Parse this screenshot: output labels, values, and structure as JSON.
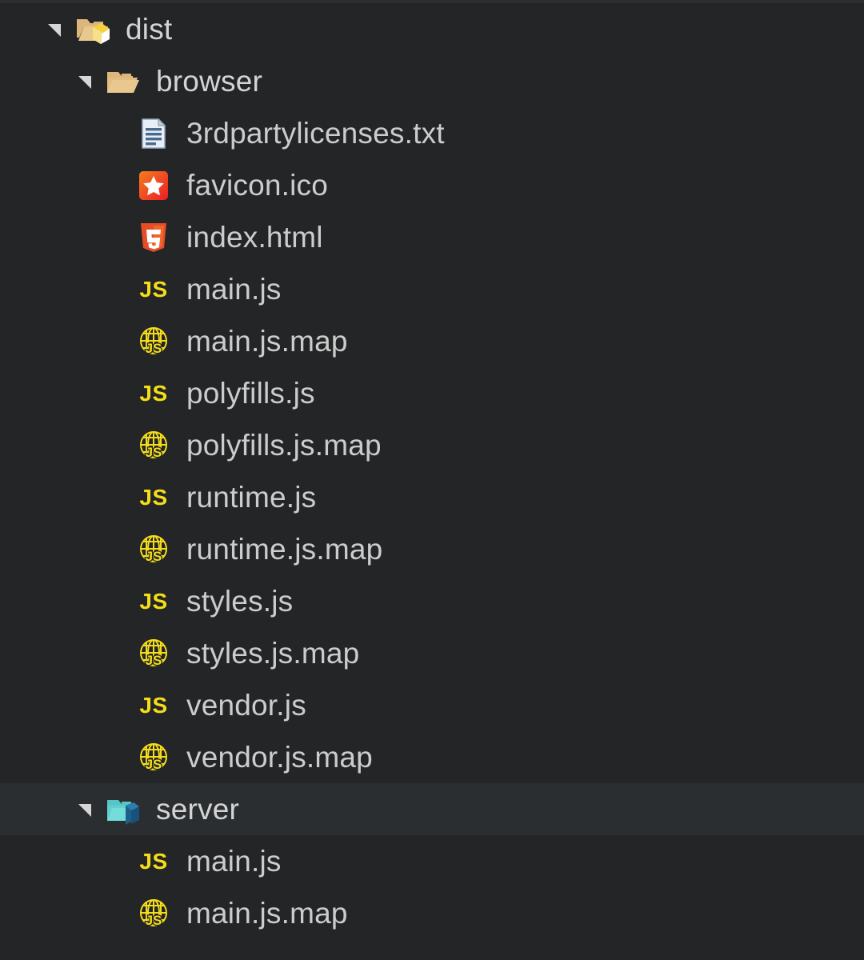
{
  "explorer": {
    "theme": {
      "background": "#232527",
      "row_highlight": "#2b2e30",
      "text": "#cccccc",
      "folder_plain": "#dcb67a",
      "folder_server": "#6fd3d1",
      "js_yellow": "#f5de19",
      "html_orange": "#e44d26",
      "favicon_red": "#ef4136",
      "twisty": "#d4d4d4"
    },
    "rows": [
      {
        "label": "dist",
        "level": 1,
        "kind": "folder",
        "icon": "folder-dist-icon",
        "expanded": true,
        "twisty": true,
        "highlight": false
      },
      {
        "label": "browser",
        "level": 2,
        "kind": "folder",
        "icon": "folder-open-icon",
        "expanded": true,
        "twisty": true,
        "highlight": false
      },
      {
        "label": "3rdpartylicenses.txt",
        "level": 3,
        "kind": "file",
        "icon": "document-text-icon",
        "expanded": false,
        "twisty": false,
        "highlight": false
      },
      {
        "label": "favicon.ico",
        "level": 3,
        "kind": "file",
        "icon": "favicon-star-icon",
        "expanded": false,
        "twisty": false,
        "highlight": false
      },
      {
        "label": "index.html",
        "level": 3,
        "kind": "file",
        "icon": "html5-shield-icon",
        "expanded": false,
        "twisty": false,
        "highlight": false
      },
      {
        "label": "main.js",
        "level": 3,
        "kind": "file",
        "icon": "javascript-js-icon",
        "expanded": false,
        "twisty": false,
        "highlight": false
      },
      {
        "label": "main.js.map",
        "level": 3,
        "kind": "file",
        "icon": "javascript-map-icon",
        "expanded": false,
        "twisty": false,
        "highlight": false
      },
      {
        "label": "polyfills.js",
        "level": 3,
        "kind": "file",
        "icon": "javascript-js-icon",
        "expanded": false,
        "twisty": false,
        "highlight": false
      },
      {
        "label": "polyfills.js.map",
        "level": 3,
        "kind": "file",
        "icon": "javascript-map-icon",
        "expanded": false,
        "twisty": false,
        "highlight": false
      },
      {
        "label": "runtime.js",
        "level": 3,
        "kind": "file",
        "icon": "javascript-js-icon",
        "expanded": false,
        "twisty": false,
        "highlight": false
      },
      {
        "label": "runtime.js.map",
        "level": 3,
        "kind": "file",
        "icon": "javascript-map-icon",
        "expanded": false,
        "twisty": false,
        "highlight": false
      },
      {
        "label": "styles.js",
        "level": 3,
        "kind": "file",
        "icon": "javascript-js-icon",
        "expanded": false,
        "twisty": false,
        "highlight": false
      },
      {
        "label": "styles.js.map",
        "level": 3,
        "kind": "file",
        "icon": "javascript-map-icon",
        "expanded": false,
        "twisty": false,
        "highlight": false
      },
      {
        "label": "vendor.js",
        "level": 3,
        "kind": "file",
        "icon": "javascript-js-icon",
        "expanded": false,
        "twisty": false,
        "highlight": false
      },
      {
        "label": "vendor.js.map",
        "level": 3,
        "kind": "file",
        "icon": "javascript-map-icon",
        "expanded": false,
        "twisty": false,
        "highlight": false
      },
      {
        "label": "server",
        "level": 2,
        "kind": "folder",
        "icon": "folder-server-icon",
        "expanded": true,
        "twisty": true,
        "highlight": true
      },
      {
        "label": "main.js",
        "level": 3,
        "kind": "file",
        "icon": "javascript-js-icon",
        "expanded": false,
        "twisty": false,
        "highlight": false
      },
      {
        "label": "main.js.map",
        "level": 3,
        "kind": "file",
        "icon": "javascript-map-icon",
        "expanded": false,
        "twisty": false,
        "highlight": false
      }
    ]
  }
}
